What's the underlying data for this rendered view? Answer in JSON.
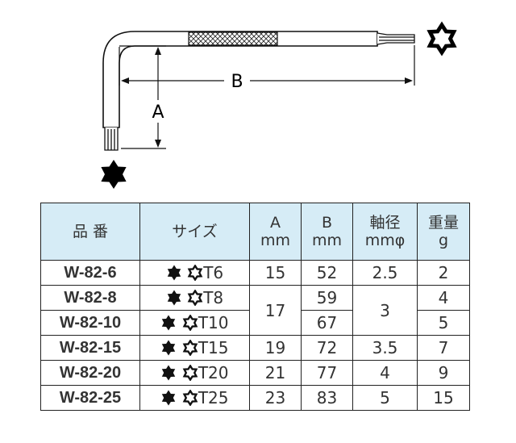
{
  "drawing": {
    "dim_a_label": "A",
    "dim_b_label": "B"
  },
  "table": {
    "headers": {
      "code": "品 番",
      "size": "サイズ",
      "a": [
        "A",
        "mm"
      ],
      "b": [
        "B",
        "mm"
      ],
      "shaft": [
        "軸径",
        "mmφ"
      ],
      "weight": [
        "重量",
        "g"
      ]
    },
    "rows": [
      {
        "code": "W-82-6",
        "size": "T6",
        "a": "15",
        "b": "52",
        "shaft": "2.5",
        "weight": "2"
      },
      {
        "code": "W-82-8",
        "size": "T8",
        "a": "17",
        "b": "59",
        "shaft": "3",
        "weight": "4"
      },
      {
        "code": "W-82-10",
        "size": "T10",
        "a": "",
        "b": "67",
        "shaft": "",
        "weight": "5"
      },
      {
        "code": "W-82-15",
        "size": "T15",
        "a": "19",
        "b": "72",
        "shaft": "3.5",
        "weight": "7"
      },
      {
        "code": "W-82-20",
        "size": "T20",
        "a": "21",
        "b": "77",
        "shaft": "4",
        "weight": "9"
      },
      {
        "code": "W-82-25",
        "size": "T25",
        "a": "23",
        "b": "83",
        "shaft": "5",
        "weight": "15"
      }
    ]
  },
  "icons": {
    "solid_star": "torx-solid-icon",
    "outline_star": "torx-outline-icon"
  }
}
